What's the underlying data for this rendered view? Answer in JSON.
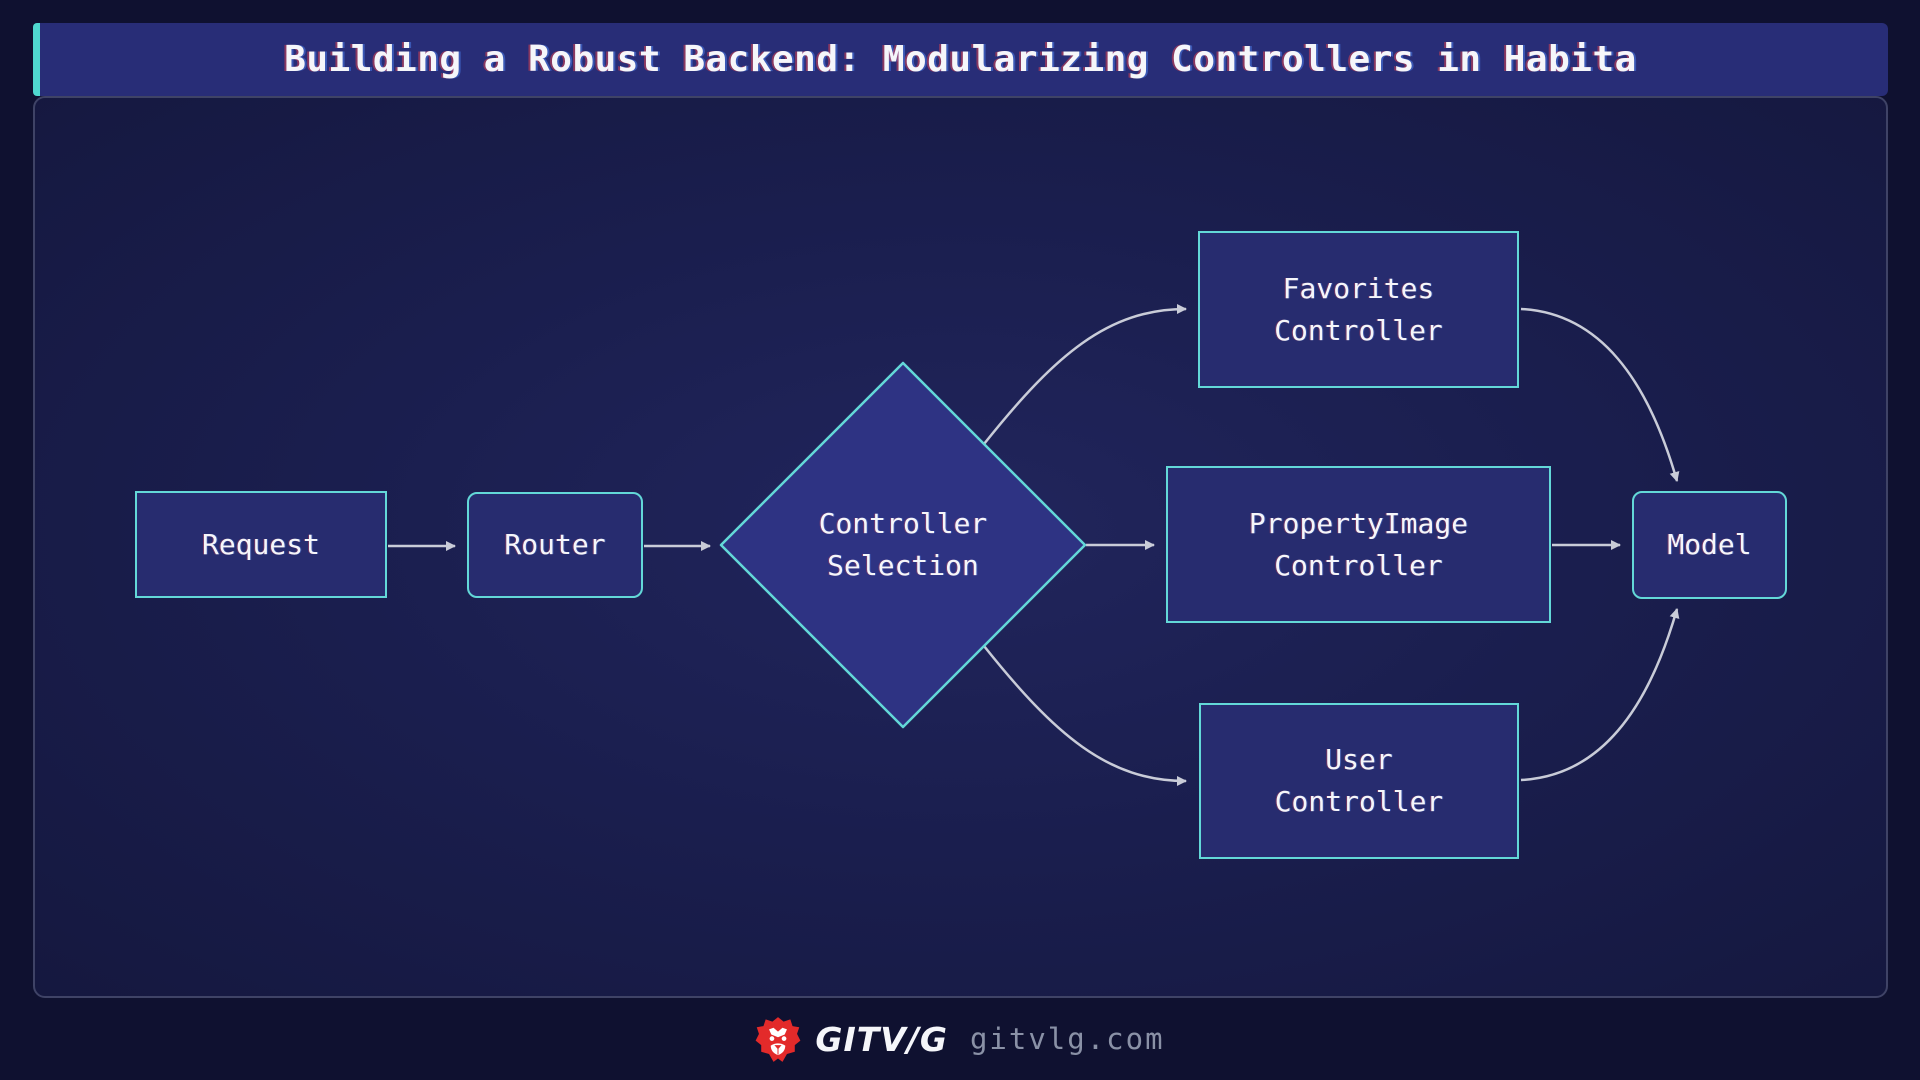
{
  "title": "Building a Robust Backend: Modularizing Controllers in Habita",
  "colors": {
    "page_bg": "#0f1130",
    "panel_bg": "#1a1e4e",
    "panel_border": "#3f4366",
    "title_bar_bg": "#282d77",
    "accent_cyan": "#4fd8d0",
    "node_fill": "#272c6f",
    "diamond_fill": "#2e3383",
    "node_border": "#63d8d8",
    "arrow": "#c9ccd8",
    "text_light": "#f5f6fa",
    "footer_domain_color": "#8a91a6",
    "logo_red": "#e32a2a"
  },
  "nodes": {
    "request": {
      "label": "Request"
    },
    "router": {
      "label": "Router"
    },
    "controller_selection": {
      "line1": "Controller",
      "line2": "Selection"
    },
    "favorites": {
      "line1": "Favorites",
      "line2": "Controller"
    },
    "property_image": {
      "line1": "PropertyImage",
      "line2": "Controller"
    },
    "user": {
      "line1": "User",
      "line2": "Controller"
    },
    "model": {
      "label": "Model"
    }
  },
  "footer": {
    "logo_icon": "lion-icon",
    "brand": "GITV/G",
    "domain": "gitvlg.com"
  }
}
